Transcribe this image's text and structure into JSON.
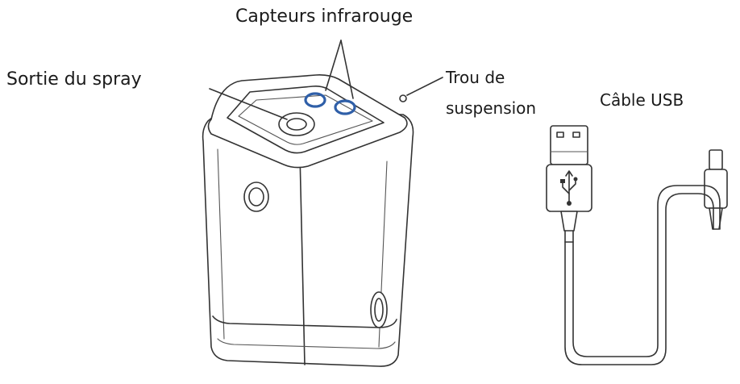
{
  "labels": {
    "sensors": "Capteurs infrarouge",
    "spray_outlet": "Sortie du spray",
    "hang_hole_line1": "Trou de",
    "hang_hole_line2": "suspension",
    "usb_cable": "Câble USB"
  },
  "colors": {
    "sensor_ring": "#2f5fa8",
    "outline": "#333333",
    "background": "#ffffff"
  },
  "icons": [
    "usb-icon"
  ]
}
